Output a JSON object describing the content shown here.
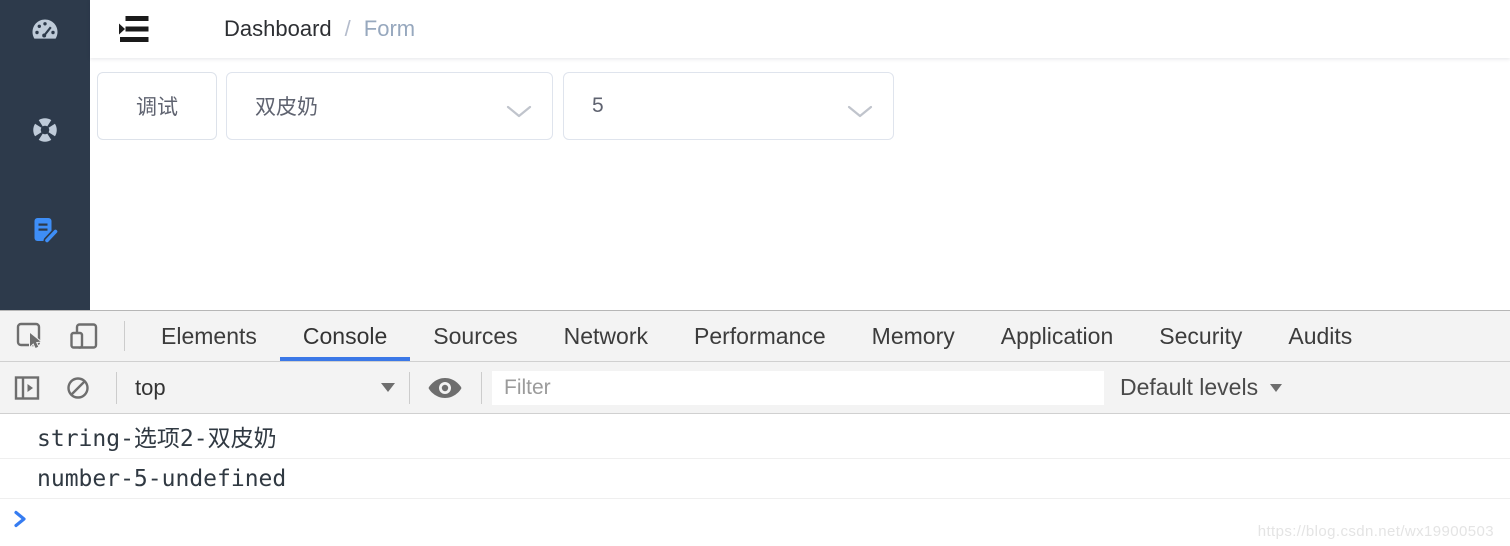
{
  "sidebar": {
    "items": [
      {
        "icon": "dashboard-icon",
        "active": false
      },
      {
        "icon": "donut-chart-icon",
        "active": false
      },
      {
        "icon": "form-edit-icon",
        "active": true
      }
    ]
  },
  "navbar": {
    "breadcrumb": {
      "level1": "Dashboard",
      "separator": "/",
      "level2": "Form"
    }
  },
  "form": {
    "debug_button_label": "调试",
    "dish_select_value": "双皮奶",
    "quantity_select_value": "5"
  },
  "devtools": {
    "tabs": [
      "Elements",
      "Console",
      "Sources",
      "Network",
      "Performance",
      "Memory",
      "Application",
      "Security",
      "Audits"
    ],
    "active_tab": "Console",
    "toolbar": {
      "context_selector_value": "top",
      "filter_placeholder": "Filter",
      "levels_label": "Default levels"
    },
    "messages": [
      {
        "text": "string-选项2-双皮奶"
      },
      {
        "text": "number-5-undefined"
      }
    ],
    "watermark": "https://blog.csdn.net/wx19900503"
  },
  "colors": {
    "sidebar_bg": "#2d3a4b",
    "sidebar_icon": "#bfcbd9",
    "active_icon_blue": "#3e8ef7",
    "tab_accent_blue": "#3b78e7",
    "prompt_blue": "#367cf1"
  }
}
